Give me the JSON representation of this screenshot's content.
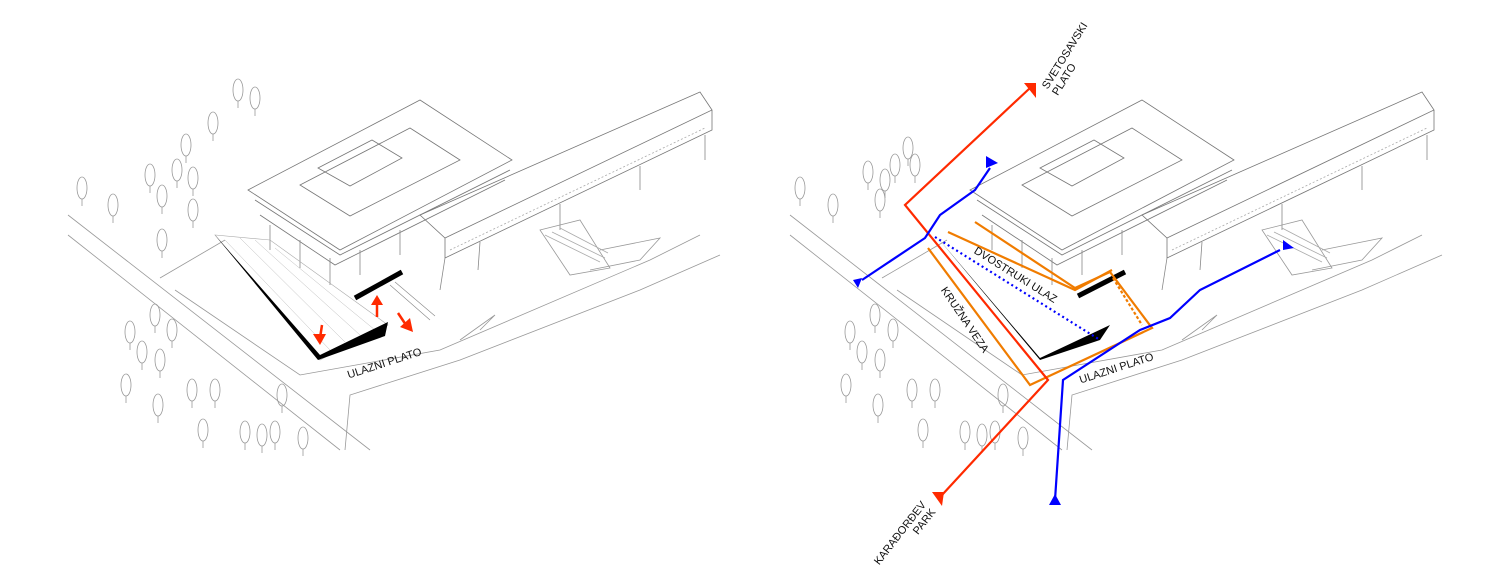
{
  "left_diagram": {
    "labels": {
      "entrance_plaza": "ULAZNI PLATO"
    },
    "arrow_color": "#ff2a00"
  },
  "right_diagram": {
    "labels": {
      "svetosavski": [
        "SVETOSAVSKI",
        "PLATO"
      ],
      "double_entrance": "DVOSTRUKI ULAZ",
      "circular_link": "KRUŽNA VEZA",
      "entrance_plaza": "ULAZNI PLATO",
      "karadjordjev": [
        "KARAĐORĐEV",
        "PARK"
      ]
    },
    "colors": {
      "pedestrian_route": "#ff2a00",
      "secondary_route": "#0000ff",
      "circular_link": "#f07c00"
    }
  }
}
